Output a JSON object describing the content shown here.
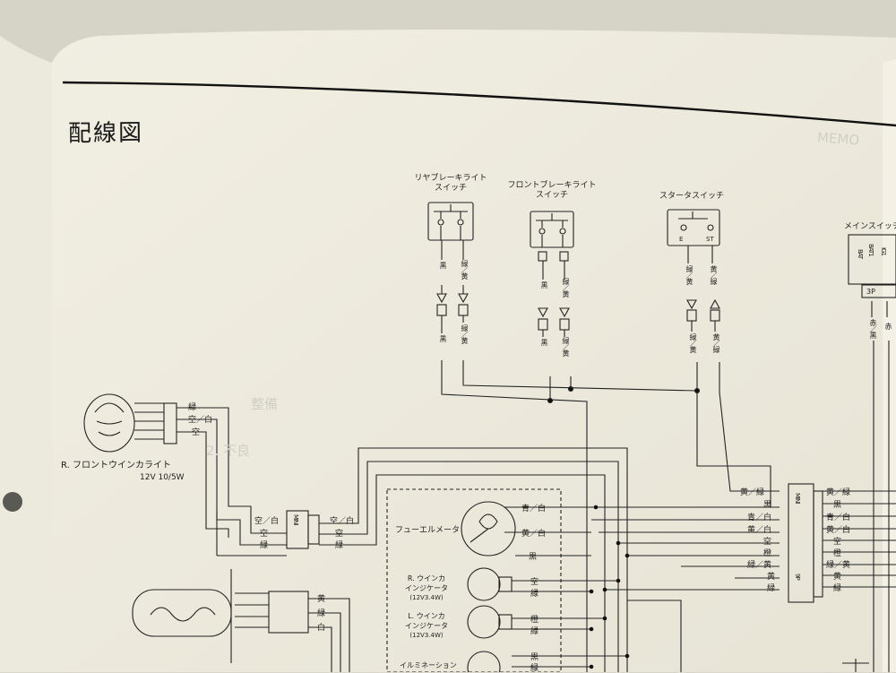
{
  "page": {
    "title": "配線図",
    "ghost_text": [
      "MEMO",
      "整備",
      "2. 不良"
    ]
  },
  "switches": {
    "rear_brake": {
      "line1": "リヤブレーキライト",
      "line2": "スイッチ",
      "wires_top": [
        "黒",
        "緑／黄"
      ],
      "wires_bottom": [
        "黒",
        "緑／黄"
      ]
    },
    "front_brake": {
      "line1": "フロントブレーキライト",
      "line2": "スイッチ",
      "wires_top": [
        "黒",
        "緑／黄"
      ],
      "wires_bottom": [
        "黒",
        "緑／黄"
      ]
    },
    "starter": {
      "label": "スタータスイッチ",
      "terminals": [
        "E",
        "ST"
      ],
      "wires_top": [
        "緑／黄",
        "黄／緑"
      ],
      "wires_bottom": [
        "緑／黄",
        "黄／緑"
      ]
    },
    "main": {
      "label": "メインスイッチ",
      "terminals": [
        "BAT",
        "BAT1",
        "IG1"
      ],
      "connector": "3P",
      "wires": [
        "赤／黒",
        "赤"
      ]
    }
  },
  "front_winker": {
    "label": "R. フロントウインカライト",
    "spec": "12V 10/5W",
    "wires": [
      "緑",
      "空／白",
      "空"
    ]
  },
  "mini_connector_left": {
    "tag": "MINI",
    "wires_right": [
      "空／白",
      "空",
      "緑"
    ]
  },
  "headlight": {
    "wires": [
      "黄",
      "緑",
      "白"
    ]
  },
  "meter": {
    "fuel": {
      "label": "フューエルメータ",
      "wires": [
        "青／白",
        "黄／白",
        "黒"
      ]
    },
    "r_indicator": {
      "line1": "R. ウインカ",
      "line2": "インジケータ",
      "spec": "(12V3.4W)",
      "wires": [
        "空",
        "緑"
      ]
    },
    "l_indicator": {
      "line1": "L. ウインカ",
      "line2": "インジケータ",
      "spec": "(12V3.4W)",
      "wires": [
        "橙",
        "緑"
      ]
    },
    "illumination": {
      "line1": "イルミネーション",
      "wires": [
        "黒",
        "緑"
      ]
    }
  },
  "mini_connector_right": {
    "tag": "MINI",
    "pin": "9P",
    "wires_left": [
      "黄／緑",
      "黒",
      "青／白",
      "黄／白",
      "空",
      "橙",
      "緑／黄",
      "黄",
      "緑"
    ],
    "wires_right": [
      "黄／緑",
      "黒",
      "青／白",
      "黄／白",
      "空",
      "橙",
      "緑／黄",
      "黄",
      "緑"
    ]
  }
}
